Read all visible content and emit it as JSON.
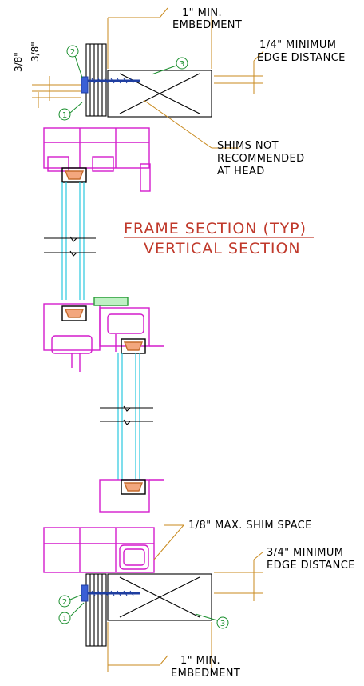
{
  "title": {
    "line1": "FRAME SECTION (TYP)",
    "line2": "VERTICAL SECTION"
  },
  "top": {
    "embed_line1": "1\" MIN.",
    "embed_line2": "EMBEDMENT",
    "edge_line1": "1/4\" MINIMUM",
    "edge_line2": "EDGE DISTANCE",
    "shims_line1": "SHIMS NOT",
    "shims_line2": "RECOMMENDED",
    "shims_line3": "AT HEAD",
    "dim_a": "3/8\"",
    "dim_b": "3/8\""
  },
  "bottom": {
    "shim_space": "1/8\" MAX. SHIM SPACE",
    "edge_line1": "3/4\" MINIMUM",
    "edge_line2": "EDGE DISTANCE",
    "embed_line1": "1\" MIN.",
    "embed_line2": "EMBEDMENT"
  },
  "callouts": {
    "c1": "1",
    "c2": "2",
    "c3": "3"
  },
  "colors": {
    "frame": "#d41ccc",
    "glass": "#2ac9e0",
    "dimension": "#c98a1e",
    "callout": "#1a8f2e",
    "title": "#c0392b"
  }
}
